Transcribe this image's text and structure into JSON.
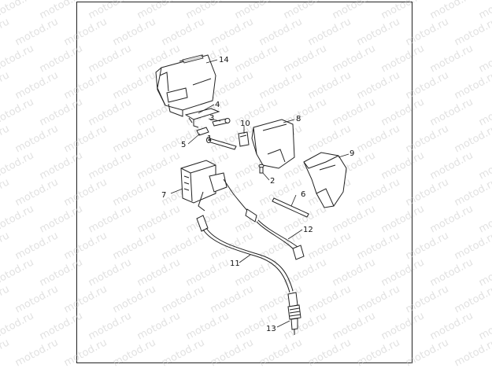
{
  "watermark": "motod.ru",
  "callouts": [
    {
      "id": "1",
      "label": "1"
    },
    {
      "id": "2",
      "label": "2"
    },
    {
      "id": "3",
      "label": "3"
    },
    {
      "id": "4",
      "label": "4"
    },
    {
      "id": "5",
      "label": "5"
    },
    {
      "id": "6",
      "label": "6"
    },
    {
      "id": "7",
      "label": "7"
    },
    {
      "id": "8",
      "label": "8"
    },
    {
      "id": "9",
      "label": "9"
    },
    {
      "id": "10",
      "label": "10"
    },
    {
      "id": "11",
      "label": "11"
    },
    {
      "id": "12",
      "label": "12"
    },
    {
      "id": "13",
      "label": "13"
    },
    {
      "id": "14",
      "label": "14"
    }
  ]
}
